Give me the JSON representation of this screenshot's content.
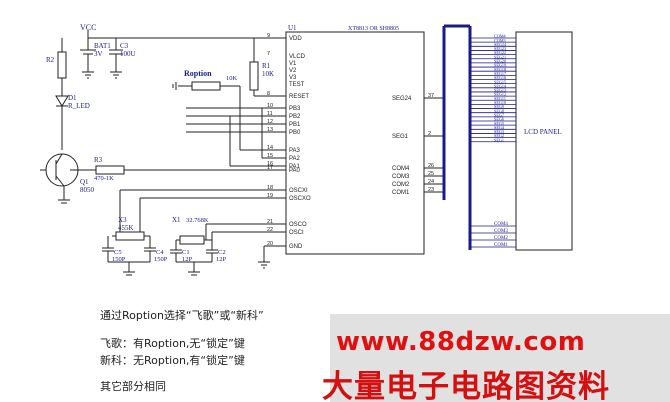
{
  "schematic": {
    "vcc": "VCC",
    "bat1": "BAT1",
    "bat1_value": "3V",
    "c3": "C3",
    "c3_value": "100U",
    "r2": "R2",
    "d1": "D1",
    "d1_value": "R_LED",
    "q1": "Q1",
    "q1_value": "8050",
    "r3": "R3",
    "r3_value": "470-1K",
    "r1": "R1",
    "r1_value": "10K",
    "roption": "Roption",
    "roption_value": "10K",
    "u1": "U1",
    "u1_part": "XT8813 OR SH8805",
    "lcd_panel": "LCD PANEL",
    "x3": "X3",
    "x3_value": "455K",
    "x1": "X1",
    "x1_value": "32.768K",
    "c5": "C5",
    "c5_value": "150P",
    "c4": "C4",
    "c4_value": "150P",
    "c1": "C1",
    "c1_value": "12P",
    "c2": "C2",
    "c2_value": "12P",
    "left_pins": [
      {
        "num": "9",
        "name": "VDD"
      },
      {
        "num": "7",
        "name": "VLCD"
      },
      {
        "num": "",
        "name": "V1"
      },
      {
        "num": "",
        "name": "V2"
      },
      {
        "num": "",
        "name": "V3"
      },
      {
        "num": "",
        "name": "TEST"
      },
      {
        "num": "8",
        "name": "RESET"
      },
      {
        "num": "10",
        "name": "PB3"
      },
      {
        "num": "11",
        "name": "PB2"
      },
      {
        "num": "12",
        "name": "PB1"
      },
      {
        "num": "13",
        "name": "PB0"
      },
      {
        "num": "14",
        "name": "PA3"
      },
      {
        "num": "15",
        "name": "PA2"
      },
      {
        "num": "16",
        "name": "PA1"
      },
      {
        "num": "17",
        "name": "PA0"
      },
      {
        "num": "18",
        "name": "OSCXI"
      },
      {
        "num": "19",
        "name": "OSCXO"
      },
      {
        "num": "21",
        "name": "OSCO"
      },
      {
        "num": "22",
        "name": "OSCI"
      },
      {
        "num": "20",
        "name": "GND"
      }
    ],
    "right_pins": [
      {
        "num": "37",
        "name": "SEG24"
      },
      {
        "num": "2",
        "name": "SEG1"
      },
      {
        "num": "26",
        "name": "COM4"
      },
      {
        "num": "25",
        "name": "COM3"
      },
      {
        "num": "24",
        "name": "COM2"
      },
      {
        "num": "23",
        "name": "COM1"
      }
    ],
    "bus_labels_top": [
      "COM4",
      "COM3",
      "SEG24",
      "SEG23",
      "SEG22",
      "SEG21",
      "SEG20",
      "SEG19",
      "SEG18",
      "SEG17",
      "SEG16",
      "SEG15",
      "SEG14",
      "SEG13",
      "SEG12",
      "SEG11",
      "SEG10",
      "SEG9",
      "SEG8",
      "SEG7",
      "SEG6",
      "SEG5",
      "SEG4",
      "SEG3",
      "SEG2",
      "SEG1"
    ],
    "bus_labels_bottom": [
      "COM4",
      "COM3",
      "COM2",
      "COM1"
    ]
  },
  "notes": {
    "line1": "通过Roption选择“飞歌”或“新科”",
    "line2": "飞歌：有Roption,无“锁定”键",
    "line3": "新科：无Roption,有“锁定”键",
    "line4": "其它部分相同"
  },
  "watermark": {
    "url": "www.88dzw.com",
    "cn": "大量电子电路图资料"
  }
}
